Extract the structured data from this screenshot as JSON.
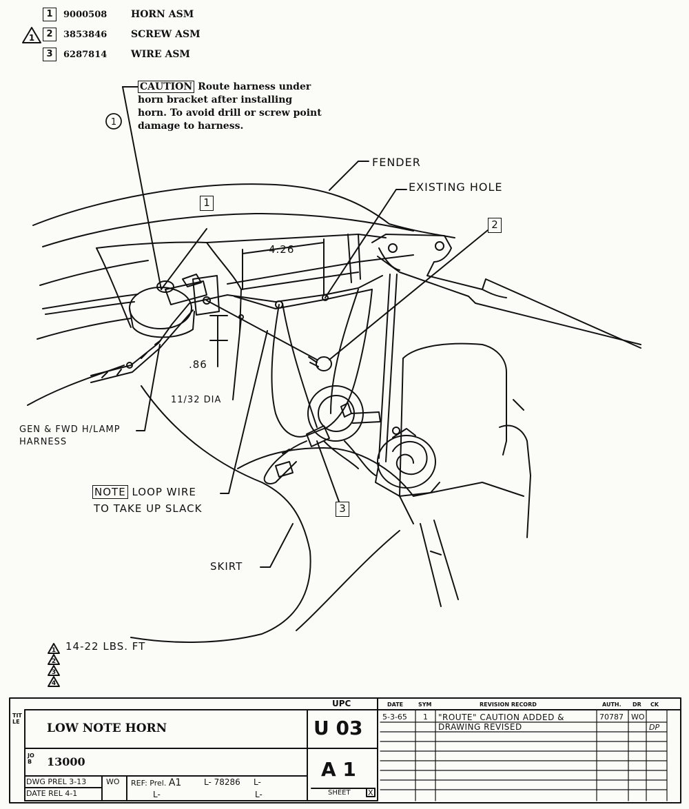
{
  "parts_list": [
    {
      "index": "1",
      "number": "9000508",
      "description": "HORN ASM",
      "flag": ""
    },
    {
      "index": "2",
      "number": "3853846",
      "description": "SCREW ASM",
      "flag": "1"
    },
    {
      "index": "3",
      "number": "6287814",
      "description": "WIRE ASM",
      "flag": ""
    }
  ],
  "caution": {
    "label": "CAUTION",
    "lines": [
      "Route harness under",
      "horn bracket after installing",
      "horn.   To avoid drill or screw point",
      "damage to harness."
    ]
  },
  "circle_ref": "1",
  "callouts": {
    "fender": "FENDER",
    "existing_hole": "EXISTING HOLE",
    "dim_width": "4.26",
    "dim_height": ".86",
    "hole_dia": "11/32 DIA",
    "harness_line1": "GEN & FWD H/LAMP",
    "harness_line2": "HARNESS",
    "note_label": "NOTE",
    "note_line1": "LOOP WIRE",
    "note_line2": "TO TAKE UP SLACK",
    "skirt": "SKIRT",
    "item1": "1",
    "item2": "2",
    "item3": "3"
  },
  "torque": {
    "flag": "1",
    "text": "14-22 LBS. FT",
    "other_flags": [
      "2",
      "3",
      "4"
    ]
  },
  "title_block": {
    "title_label": "TITLE",
    "title": "LOW NOTE HORN",
    "job_label": "JOB",
    "job_number": "13000",
    "dwg_label": "DWG",
    "dwg_prel": "PREL 3-13",
    "dwg_initials": "WO",
    "date_label": "DATE",
    "date_rel": "REL 4-1",
    "ref_label": "REF: Prel.",
    "ref_value": "A1",
    "ref_l1": "L- 78286",
    "ref_l2": "L-",
    "ref_l3": "L-",
    "ref_l4": "L-",
    "upc_label": "UPC",
    "upc_code": "U 03",
    "sheet_code": "A 1",
    "sheet_label": "SHEET",
    "sheet_mark": "X"
  },
  "revision_record": {
    "headers": {
      "date": "DATE",
      "sym": "SYM",
      "record": "REVISION RECORD",
      "auth": "AUTH.",
      "dr": "DR",
      "ck": "CK"
    },
    "rows": [
      {
        "date": "5-3-65",
        "sym": "1",
        "record": "\"ROUTE\" CAUTION ADDED &",
        "auth": "70787",
        "dr": "WO",
        "ck": ""
      },
      {
        "date": "",
        "sym": "",
        "record": "DRAWING REVISED",
        "auth": "",
        "dr": "",
        "ck": "DP"
      }
    ]
  }
}
